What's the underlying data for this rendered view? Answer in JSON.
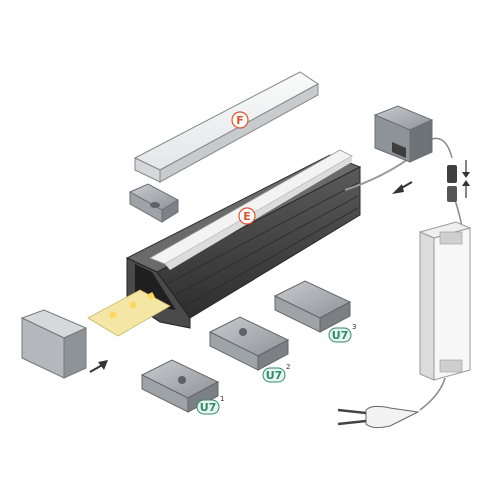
{
  "parts": {
    "cover_label": "F",
    "diffuser_label": "E",
    "clip_labels": [
      {
        "code": "U7",
        "index": "1"
      },
      {
        "code": "U7",
        "index": "2"
      },
      {
        "code": "U7",
        "index": "3"
      }
    ]
  },
  "colors": {
    "letter_circle_stroke": "#e0522a",
    "clip_badge_fill": "#e8f5ef",
    "clip_badge_stroke": "#2e8b6e",
    "profile_dark": "#3a3a3a",
    "profile_mid": "#555555",
    "metal_light": "#b8bcc0",
    "metal_mid": "#8e9398",
    "led_strip": "#f4e7a6"
  },
  "icons": [
    "arrow-right-icon",
    "arrow-down-left-icon",
    "arrow-up-icon",
    "arrow-down-icon",
    "power-plug-icon"
  ]
}
